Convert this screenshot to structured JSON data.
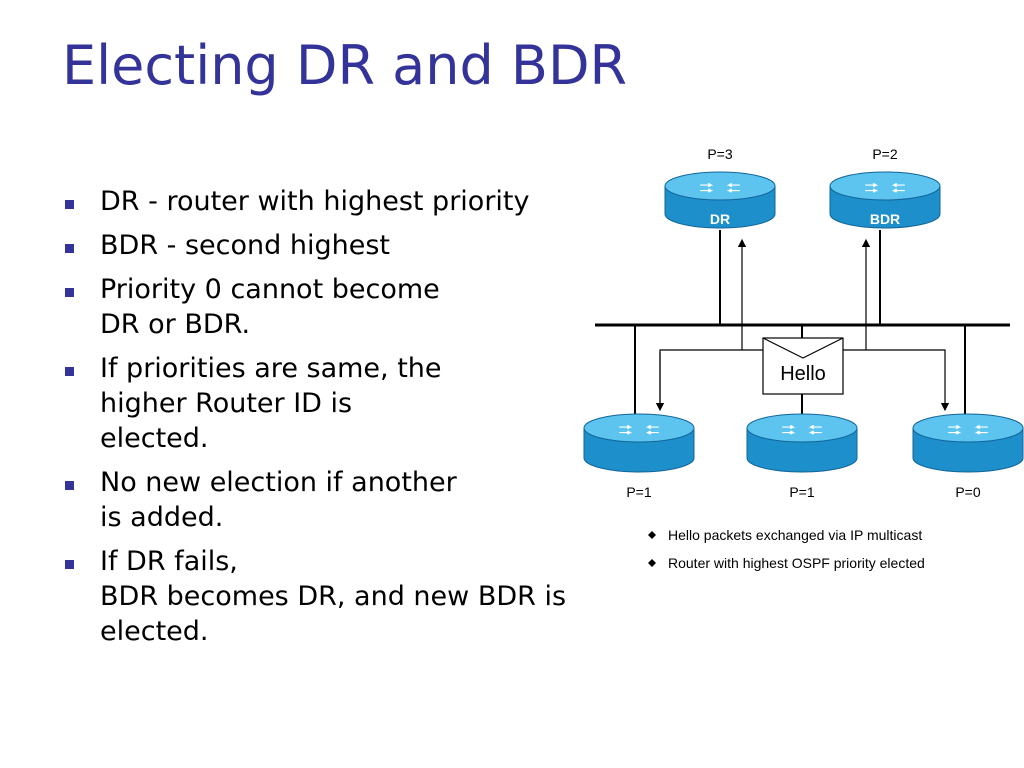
{
  "slide": {
    "title": "Electing DR and BDR",
    "bullets": [
      {
        "lines": [
          "DR - router with highest priority"
        ]
      },
      {
        "lines": [
          "BDR - second highest"
        ]
      },
      {
        "lines": [
          "Priority 0 cannot become",
          "DR or BDR."
        ]
      },
      {
        "lines": [
          "If priorities are same, the",
          "higher Router ID is",
          "elected."
        ]
      },
      {
        "lines": [
          "No new election if another",
          "is added."
        ]
      },
      {
        "lines": [
          "If DR fails,",
          "BDR becomes DR, and new BDR is elected."
        ]
      }
    ]
  },
  "diagram": {
    "routers": [
      {
        "name": "DR",
        "priority_label": "P=3"
      },
      {
        "name": "BDR",
        "priority_label": "P=2"
      },
      {
        "name": "",
        "priority_label": "P=1"
      },
      {
        "name": "",
        "priority_label": "P=1"
      },
      {
        "name": "",
        "priority_label": "P=0"
      }
    ],
    "hello_label": "Hello",
    "notes": [
      "Hello packets exchanged via IP multicast",
      "Router with highest OSPF priority elected"
    ],
    "colors": {
      "router_fill": "#29a3d8",
      "router_top": "#7fd3f2",
      "router_dark": "#1679ad",
      "line": "#000000",
      "title": "#333399"
    }
  }
}
